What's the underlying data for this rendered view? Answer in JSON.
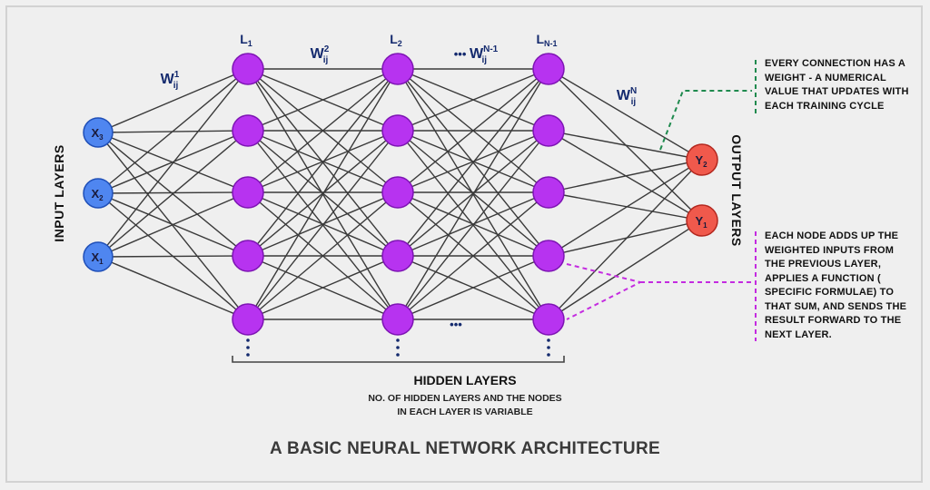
{
  "colors": {
    "input_node": "#4f86f0",
    "input_stroke": "#1f4fb8",
    "hidden_node": "#b733f0",
    "hidden_stroke": "#7d14b3",
    "output_node": "#f0594c",
    "output_stroke": "#b3281f",
    "edge": "#3a3a3a",
    "note_weight_line": "#1f8a4e",
    "note_node_line": "#c42be0",
    "label_blue": "#142a6e"
  },
  "input_layer": {
    "title": "INPUT LAYERS",
    "nodes": [
      {
        "name": "X",
        "sub": "3"
      },
      {
        "name": "X",
        "sub": "2"
      },
      {
        "name": "X",
        "sub": "1"
      }
    ]
  },
  "hidden_layers": [
    {
      "label": "L",
      "sub": "1"
    },
    {
      "label": "L",
      "sub": "2"
    },
    {
      "label": "L",
      "sub": "N-1"
    }
  ],
  "output_layer": {
    "title": "OUTPUT LAYERS",
    "nodes": [
      {
        "name": "Y",
        "sub": "2"
      },
      {
        "name": "Y",
        "sub": "1"
      }
    ]
  },
  "weights": [
    {
      "base": "W",
      "sup": "1",
      "sub": "ij",
      "prefix": ""
    },
    {
      "base": "W",
      "sup": "2",
      "sub": "ij",
      "prefix": ""
    },
    {
      "base": "W",
      "sup": "N-1",
      "sub": "ij",
      "prefix": "••• "
    },
    {
      "base": "W",
      "sup": "N",
      "sub": "ij",
      "prefix": ""
    }
  ],
  "notes": {
    "weight_note": [
      "EVERY CONNECTION HAS A",
      "WEIGHT - A NUMERICAL",
      "VALUE THAT UPDATES WITH",
      "EACH TRAINING CYCLE"
    ],
    "node_note": [
      "EACH NODE ADDS UP THE",
      "WEIGHTED INPUTS FROM",
      "THE PREVIOUS LAYER,",
      "APPLIES A  FUNCTION (",
      "SPECIFIC FORMULAE) TO",
      "THAT SUM, AND SENDS THE",
      "RESULT FORWARD TO THE",
      "NEXT LAYER."
    ]
  },
  "hidden_caption": {
    "title": "HIDDEN LAYERS",
    "lines": [
      "NO. OF HIDDEN LAYERS AND THE NODES",
      "IN EACH LAYER IS VARIABLE"
    ]
  },
  "ellipsis": "•••",
  "title": "A BASIC NEURAL NETWORK ARCHITECTURE"
}
